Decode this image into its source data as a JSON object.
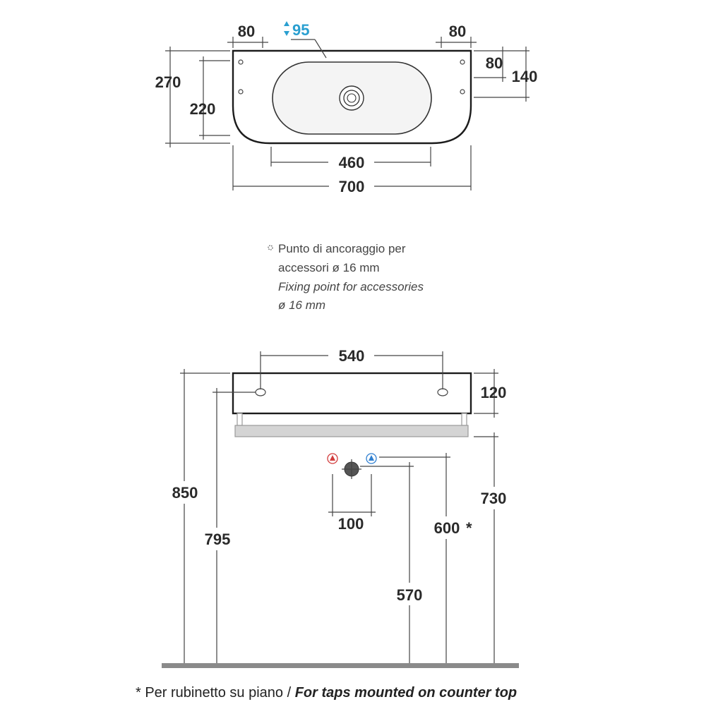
{
  "top_view": {
    "dims": {
      "left_margin": "80",
      "right_margin": "80",
      "drain_diameter": "95",
      "depth": "270",
      "inner_depth": "220",
      "fix_offset": "80",
      "fix_span": "140",
      "basin_width": "460",
      "total_width": "700"
    }
  },
  "legend": {
    "line1": "Punto di ancoraggio per",
    "line2": "accessori ø 16 mm",
    "line3": "Fixing point for accessories",
    "line4": "ø 16 mm"
  },
  "front_view": {
    "dims": {
      "hole_spacing": "540",
      "thickness": "120",
      "height_total": "850",
      "height_under": "795",
      "tap_spacing": "100",
      "drain_height": "570",
      "tap_height": "600",
      "tap_height_mark": "*",
      "top_height": "730"
    }
  },
  "footnote": {
    "prefix": "* Per rubinetto su piano / ",
    "emph": "For taps mounted on counter top"
  },
  "colors": {
    "outline": "#1c1c1c",
    "dimension_line": "#444444",
    "drain_accent": "#2a9fd0",
    "hot_water": "#d23c3c",
    "cold_water": "#2f7fd0",
    "floor": "#8a8a8a",
    "towel_bar": "#9a9a9a"
  }
}
